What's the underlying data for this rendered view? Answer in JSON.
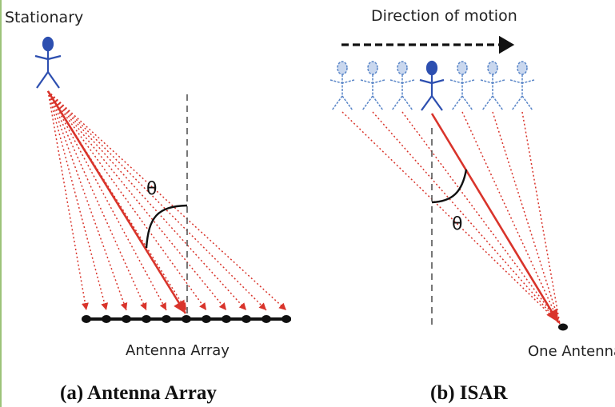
{
  "panel_a": {
    "subject_label": "Stationary",
    "angle_label": "θ",
    "array_label": "Antenna Array",
    "caption": "(a) Antenna Array"
  },
  "panel_b": {
    "motion_label": "Direction of motion",
    "angle_label": "θ",
    "antenna_label": "One Antenna",
    "caption": "(b) ISAR"
  },
  "colors": {
    "figure_blue": "#2d4fb0",
    "ghost_blue": "#5a86c8",
    "ray_red": "#d9342b",
    "dark": "#111111",
    "left_rule": "#9dc37a"
  }
}
